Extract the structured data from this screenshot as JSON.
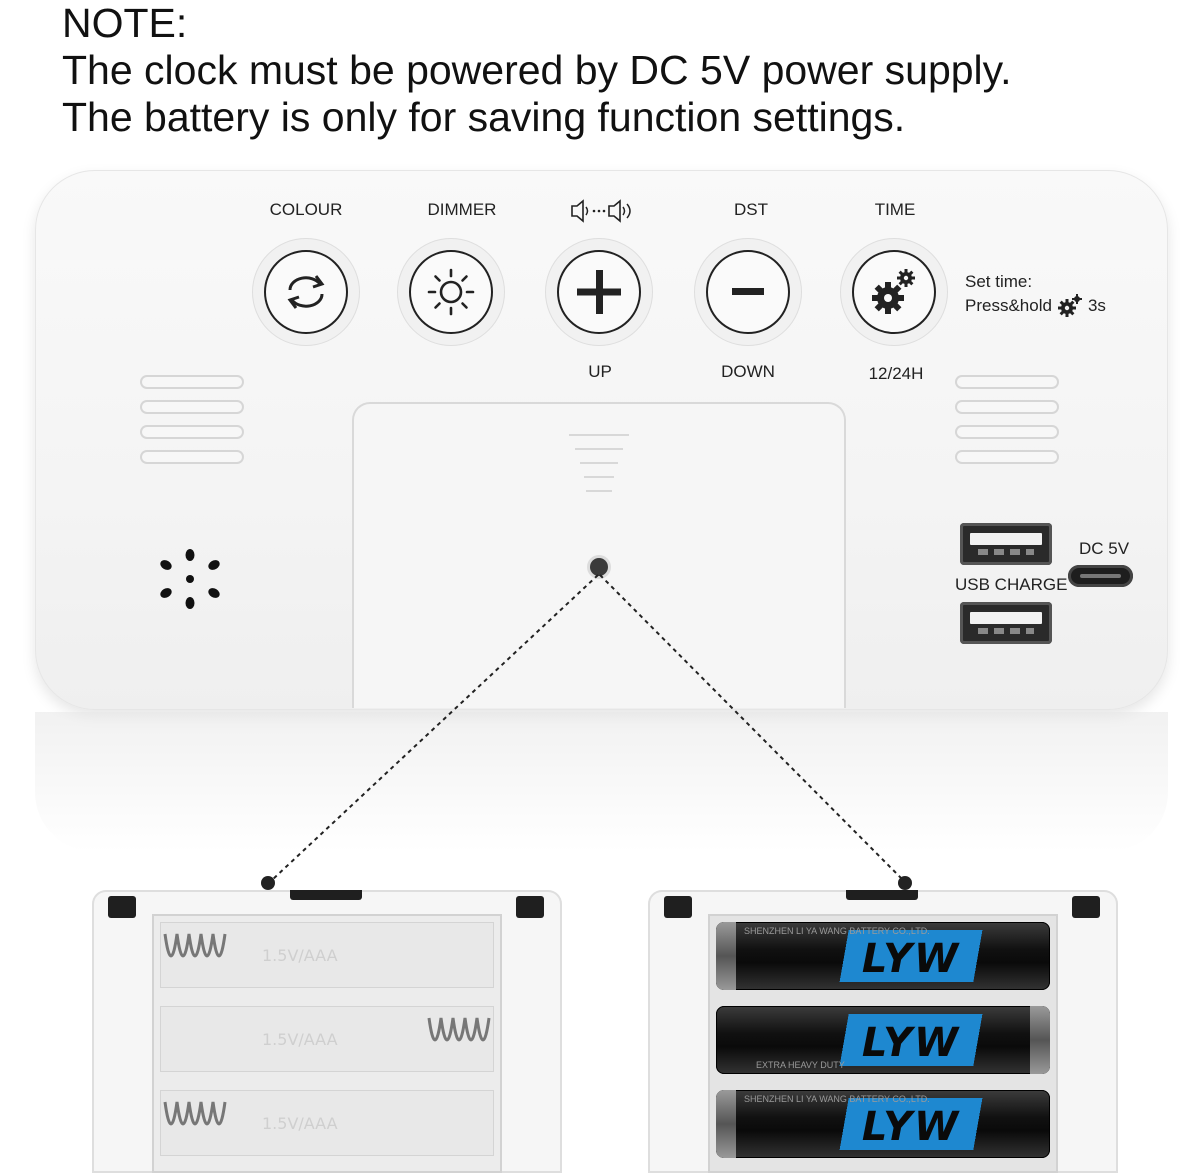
{
  "note": {
    "heading": "NOTE:",
    "line1": "The clock must be powered by DC 5V power supply.",
    "line2": "The battery is only for saving function settings."
  },
  "buttons": [
    {
      "top_label": "COLOUR",
      "bottom_label": "",
      "icon": "refresh-cycle-icon"
    },
    {
      "top_label": "DIMMER",
      "bottom_label": "",
      "icon": "sun-brightness-icon"
    },
    {
      "top_label": "",
      "bottom_label": "UP",
      "icon": "plus-icon"
    },
    {
      "top_label": "DST",
      "bottom_label": "DOWN",
      "icon": "minus-icon"
    },
    {
      "top_label": "TIME",
      "bottom_label": "12/24H",
      "icon": "gears-icon"
    }
  ],
  "volume_label_icon": "volume-low-to-high-icon",
  "set_time": {
    "line1": "Set time:",
    "line2_prefix": "Press&hold",
    "line2_suffix": "3s"
  },
  "ports": {
    "usb_label": "USB CHARGE",
    "dc_label": "DC 5V"
  },
  "tray": {
    "emboss": "1.5V/AAA"
  },
  "battery": {
    "brand": "LYW",
    "fine_print_1": "SHENZHEN LI YA WANG BATTERY CO.,LTD.",
    "fine_print_2": "EXTRA HEAVY DUTY"
  },
  "colors": {
    "battery_blue": "#1e88d0",
    "panel": "#f6f6f6",
    "dark": "#1f1f1f"
  }
}
